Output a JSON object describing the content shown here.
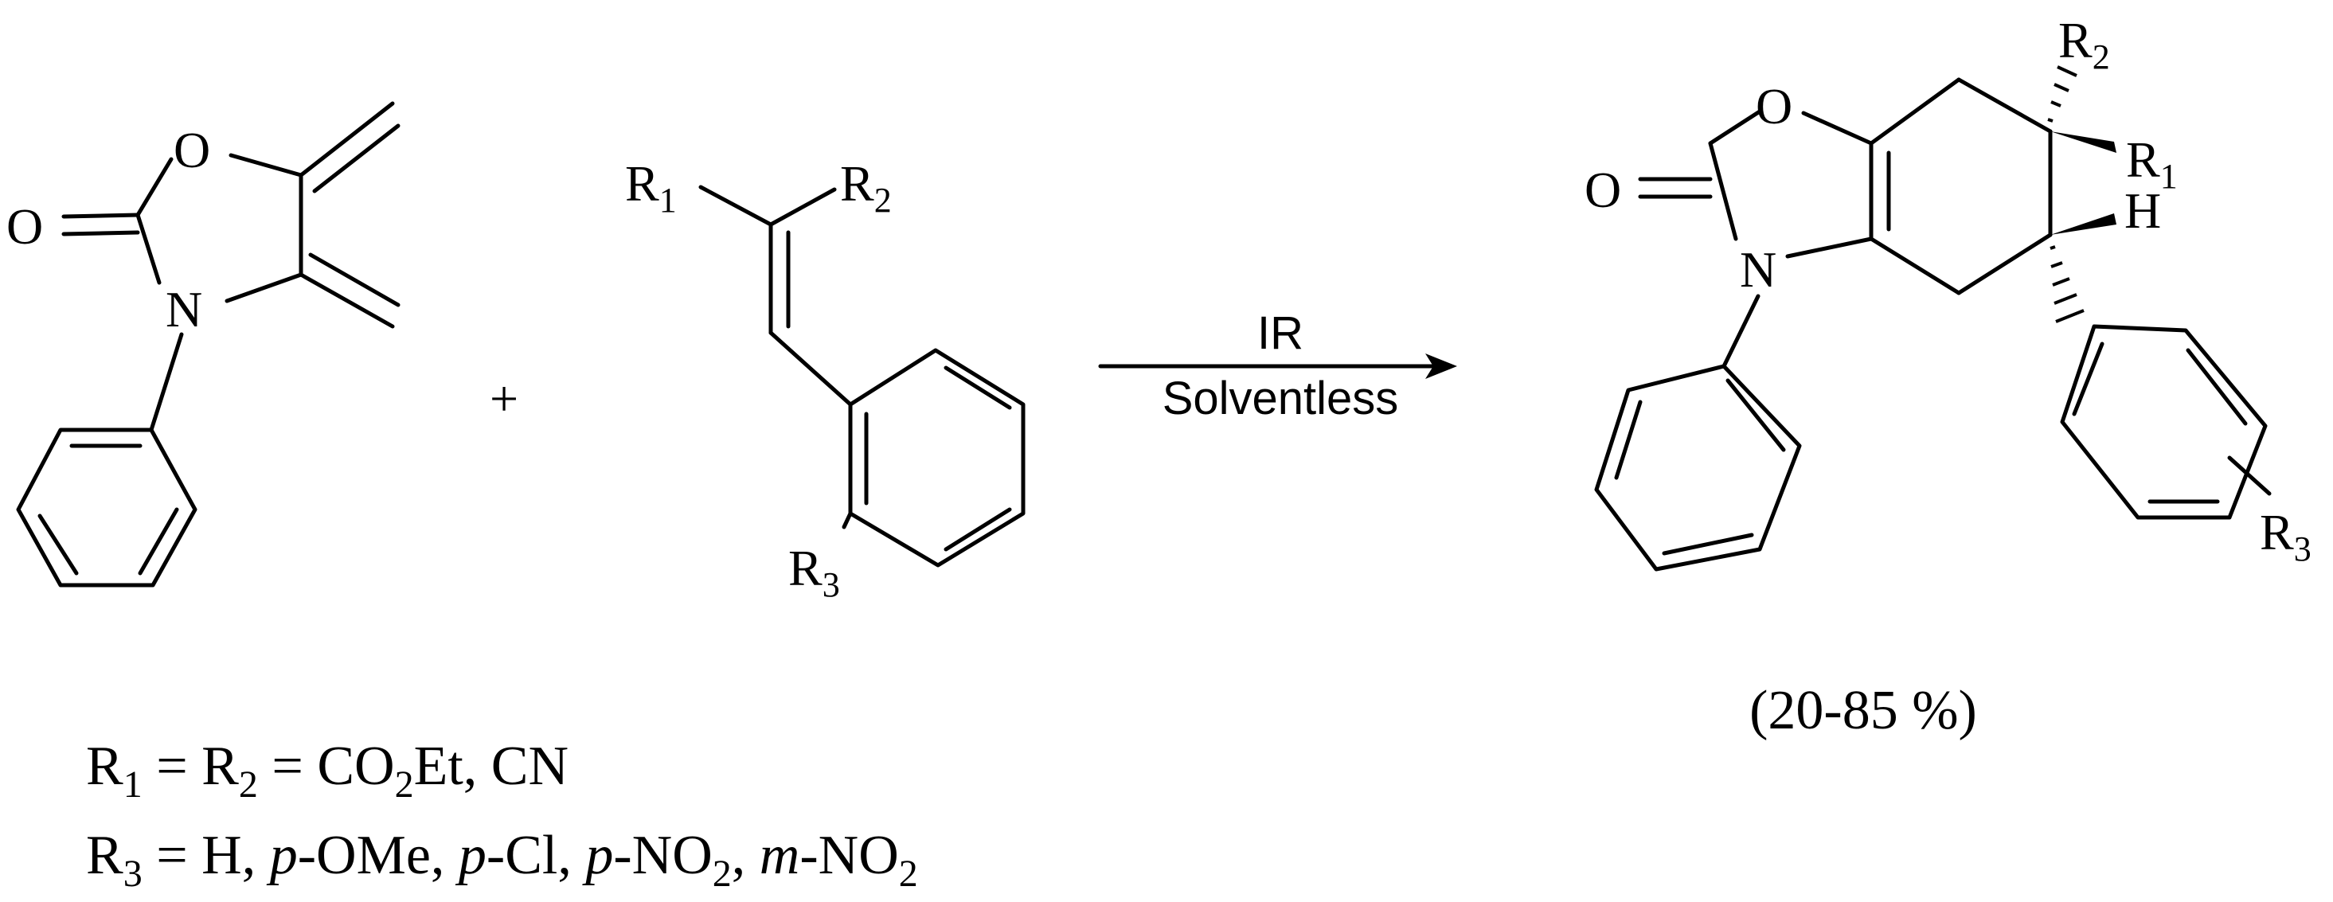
{
  "labels": {
    "ring_O": "O",
    "carbonyl_O": "O",
    "ring_N": "N",
    "plus": "+",
    "reagent_R": "R",
    "reagent_R1_sub": "1",
    "reagent_R2_sub": "2",
    "reagent_R3_sub": "3",
    "H": "H"
  },
  "arrow": {
    "above": "IR",
    "below": "Solventless"
  },
  "yield": "(20-85 %)",
  "legend": {
    "line1": {
      "p1": "R",
      "s1": "1",
      "p2": " = R",
      "s2": "2",
      "p3": " = CO",
      "s3": "2",
      "p4": "Et, CN"
    },
    "line2": {
      "p1": "R",
      "s1": "3",
      "p2": " = H, ",
      "i1": "p",
      "p3": "-OMe, ",
      "i2": "p",
      "p4": "-Cl, ",
      "i3": "p",
      "p5": "-NO",
      "s2": "2",
      "p6": ", ",
      "i4": "m",
      "p7": "-NO",
      "s3": "2"
    }
  }
}
